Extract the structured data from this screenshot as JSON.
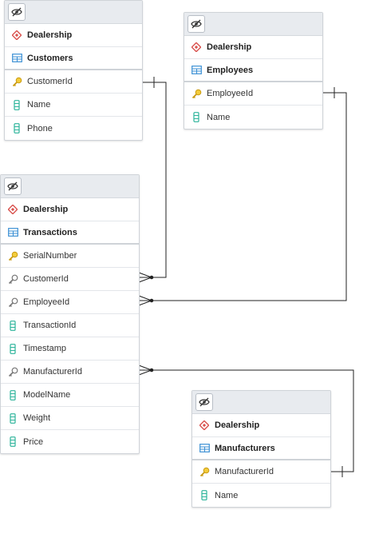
{
  "entities": {
    "customers": {
      "schema": "Dealership",
      "table": "Customers",
      "columns": [
        {
          "name": "CustomerId",
          "kind": "primary-key"
        },
        {
          "name": "Name",
          "kind": "column"
        },
        {
          "name": "Phone",
          "kind": "column"
        }
      ]
    },
    "employees": {
      "schema": "Dealership",
      "table": "Employees",
      "columns": [
        {
          "name": "EmployeeId",
          "kind": "primary-key"
        },
        {
          "name": "Name",
          "kind": "column"
        }
      ]
    },
    "transactions": {
      "schema": "Dealership",
      "table": "Transactions",
      "columns": [
        {
          "name": "SerialNumber",
          "kind": "primary-key"
        },
        {
          "name": "CustomerId",
          "kind": "foreign-key"
        },
        {
          "name": "EmployeeId",
          "kind": "foreign-key"
        },
        {
          "name": "TransactionId",
          "kind": "column"
        },
        {
          "name": "Timestamp",
          "kind": "column"
        },
        {
          "name": "ManufacturerId",
          "kind": "foreign-key"
        },
        {
          "name": "ModelName",
          "kind": "column"
        },
        {
          "name": "Weight",
          "kind": "column"
        },
        {
          "name": "Price",
          "kind": "column"
        }
      ]
    },
    "manufacturers": {
      "schema": "Dealership",
      "table": "Manufacturers",
      "columns": [
        {
          "name": "ManufacturerId",
          "kind": "primary-key"
        },
        {
          "name": "Name",
          "kind": "column"
        }
      ]
    }
  },
  "relationships": [
    {
      "from": "Transactions.CustomerId",
      "to": "Customers.CustomerId",
      "type": "many-to-one"
    },
    {
      "from": "Transactions.EmployeeId",
      "to": "Employees.EmployeeId",
      "type": "many-to-one"
    },
    {
      "from": "Transactions.ManufacturerId",
      "to": "Manufacturers.ManufacturerId",
      "type": "many-to-one"
    }
  ],
  "icons": {
    "visibility": "eye-slash-icon",
    "schema": "diamond-icon",
    "table": "table-icon",
    "primary-key": "key-icon",
    "foreign-key": "foreign-key-icon",
    "column": "column-icon"
  },
  "colors": {
    "schema_icon": "#d9534f",
    "table_icon": "#3a8fd4",
    "primary_key": "#e8b619",
    "foreign_key": "#8a8a8a",
    "column_icon": "#2bb39a",
    "line": "#222222"
  }
}
